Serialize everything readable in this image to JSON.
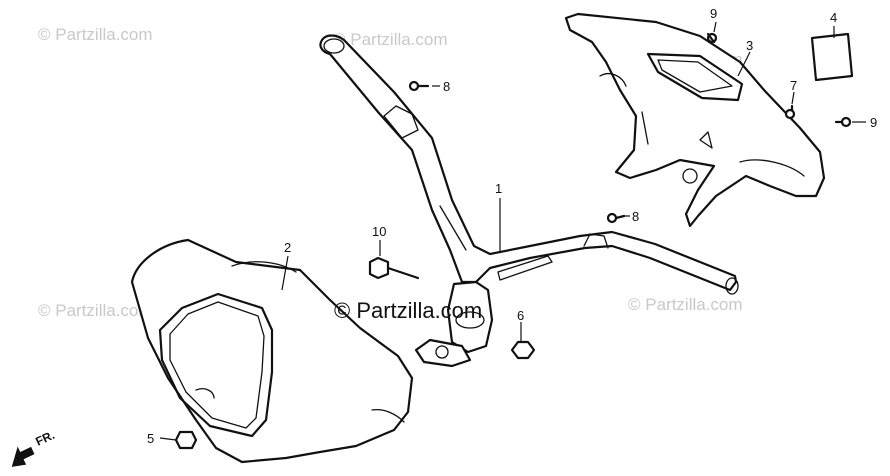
{
  "watermark_text": "© Partzilla.com",
  "center_copyright": "© Partzilla.com",
  "direction_label": "FR.",
  "callouts": {
    "c1": "1",
    "c2": "2",
    "c3": "3",
    "c4": "4",
    "c5": "5",
    "c6": "6",
    "c7": "7",
    "c8a": "8",
    "c8b": "8",
    "c9a": "9",
    "c9b": "9",
    "c10": "10"
  },
  "colors": {
    "line": "#111111",
    "watermark": "#c9c9c9",
    "background": "#ffffff"
  }
}
